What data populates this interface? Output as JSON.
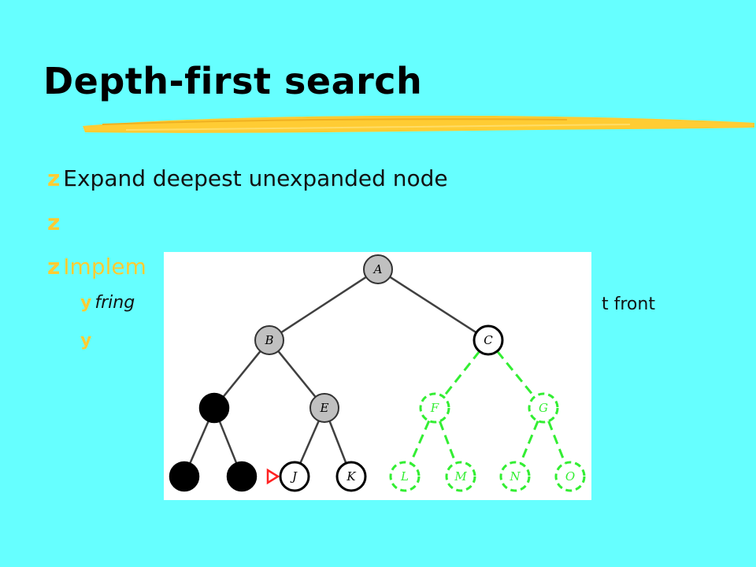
{
  "slide": {
    "title": "Depth-first search",
    "bullets": [
      {
        "marker": "z",
        "text": "Expand deepest unexpanded node",
        "color": "#111111"
      },
      {
        "marker": "z",
        "text": "",
        "color": "#111111"
      },
      {
        "marker": "z",
        "text": "Implem",
        "color": "#ffcc33"
      }
    ],
    "sub_bullets": [
      {
        "marker": "y",
        "text_italic": "fring",
        "text_right": "t front"
      },
      {
        "marker": "y",
        "text_italic": "",
        "text_right": ""
      }
    ]
  },
  "tree": {
    "nodes": [
      {
        "id": "A",
        "label": "A",
        "state": "expanded"
      },
      {
        "id": "B",
        "label": "B",
        "state": "expanded"
      },
      {
        "id": "C",
        "label": "C",
        "state": "frontier"
      },
      {
        "id": "D",
        "label": "",
        "state": "removed"
      },
      {
        "id": "E",
        "label": "E",
        "state": "expanded"
      },
      {
        "id": "F",
        "label": "F",
        "state": "unexplored"
      },
      {
        "id": "G",
        "label": "G",
        "state": "unexplored"
      },
      {
        "id": "H",
        "label": "",
        "state": "removed"
      },
      {
        "id": "I",
        "label": "",
        "state": "removed"
      },
      {
        "id": "J",
        "label": "J",
        "state": "frontier",
        "marker": true
      },
      {
        "id": "K",
        "label": "K",
        "state": "frontier"
      },
      {
        "id": "L",
        "label": "L",
        "state": "unexplored"
      },
      {
        "id": "M",
        "label": "M",
        "state": "unexplored"
      },
      {
        "id": "N",
        "label": "N",
        "state": "unexplored"
      },
      {
        "id": "O",
        "label": "O",
        "state": "unexplored"
      }
    ],
    "edges": [
      [
        "A",
        "B"
      ],
      [
        "A",
        "C"
      ],
      [
        "B",
        "D"
      ],
      [
        "B",
        "E"
      ],
      [
        "C",
        "F"
      ],
      [
        "C",
        "G"
      ],
      [
        "D",
        "H"
      ],
      [
        "D",
        "I"
      ],
      [
        "E",
        "J"
      ],
      [
        "E",
        "K"
      ],
      [
        "F",
        "L"
      ],
      [
        "F",
        "M"
      ],
      [
        "G",
        "N"
      ],
      [
        "G",
        "O"
      ]
    ],
    "colors": {
      "expanded_fill": "#c0c0c0",
      "removed_fill": "#000000",
      "frontier_fill": "#ffffff",
      "unexplored_stroke": "#33ee33",
      "edge": "#404040",
      "marker": "#ff2222"
    }
  },
  "theme": {
    "background": "#66ffff",
    "accent": "#ffcc33"
  }
}
